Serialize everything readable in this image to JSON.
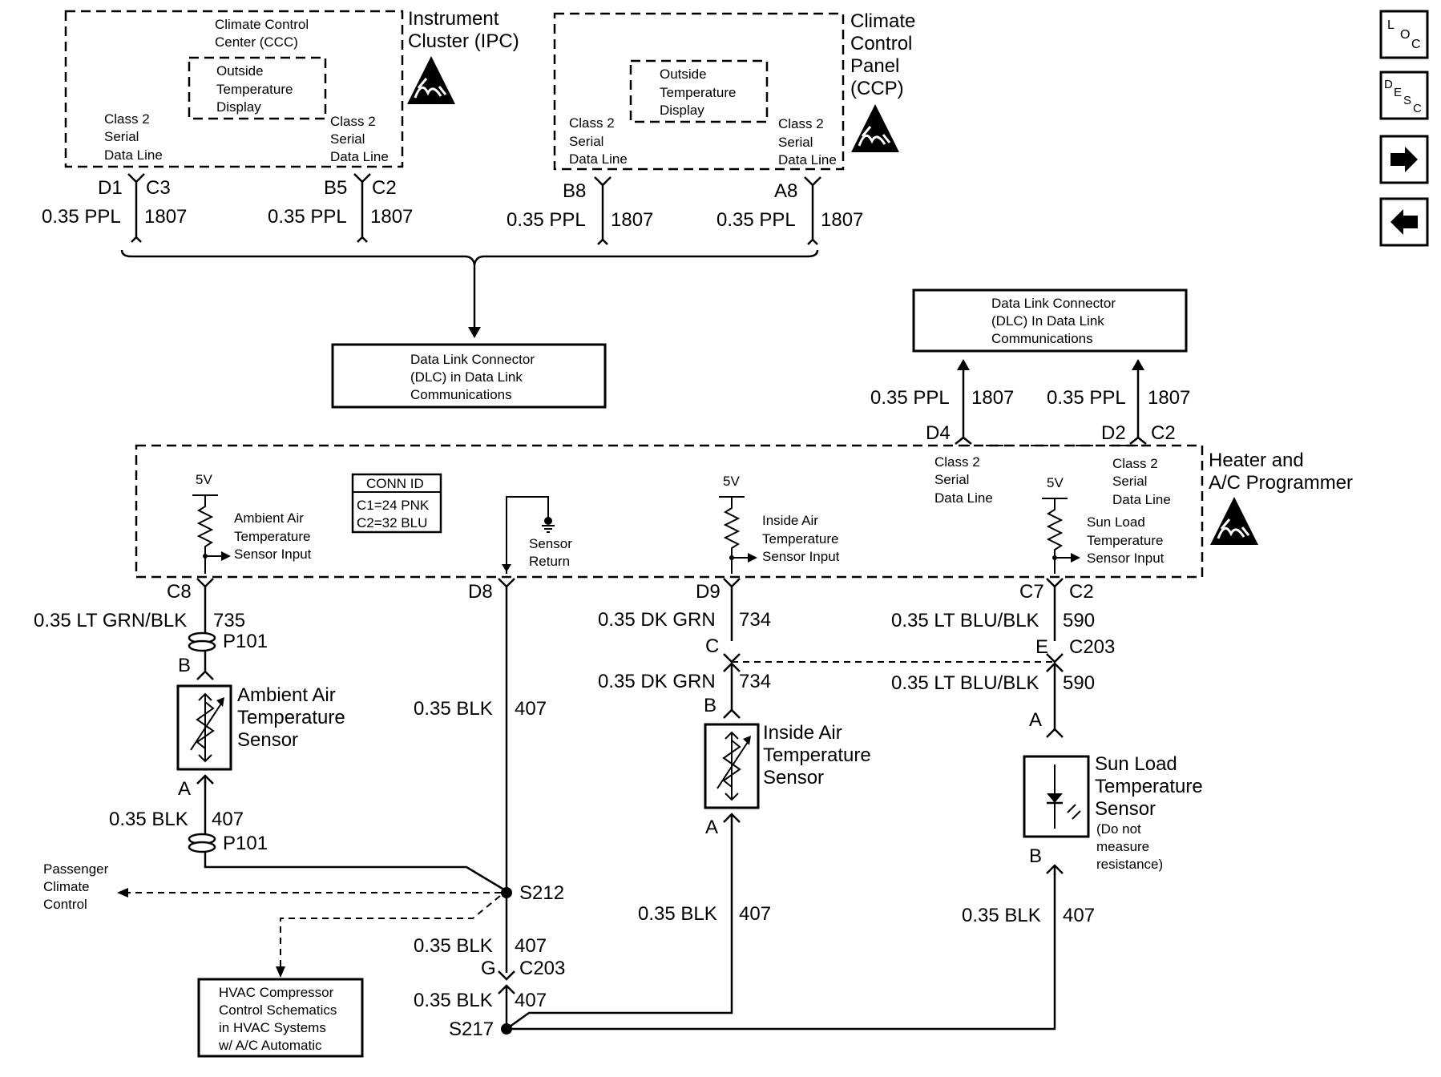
{
  "modules": {
    "ipc": {
      "title_1": "Instrument",
      "title_2": "Cluster (IPC)",
      "ccc_1": "Climate Control",
      "ccc_2": "Center (CCC)",
      "otd_1": "Outside",
      "otd_2": "Temperature",
      "otd_3": "Display",
      "left_1": "Class 2",
      "left_2": "Serial",
      "left_3": "Data Line",
      "right_1": "Class 2",
      "right_2": "Serial",
      "right_3": "Data Line"
    },
    "ccp": {
      "title_1": "Climate",
      "title_2": "Control",
      "title_3": "Panel",
      "title_4": "(CCP)",
      "otd_1": "Outside",
      "otd_2": "Temperature",
      "otd_3": "Display",
      "left_1": "Class 2",
      "left_2": "Serial",
      "left_3": "Data Line",
      "right_1": "Class 2",
      "right_2": "Serial",
      "right_3": "Data Line"
    },
    "programmer": {
      "title_1": "Heater and",
      "title_2": "A/C Programmer",
      "conn_id": "CONN ID",
      "conn_c1": "C1=24 PNK",
      "conn_c2": "C2=32 BLU",
      "v5": "5V",
      "ambient_1": "Ambient Air",
      "ambient_2": "Temperature",
      "ambient_3": "Sensor Input",
      "return_1": "Sensor",
      "return_2": "Return",
      "inside_1": "Inside Air",
      "inside_2": "Temperature",
      "inside_3": "Sensor Input",
      "sun_1": "Sun Load",
      "sun_2": "Temperature",
      "sun_3": "Sensor Input",
      "d4_1": "Class 2",
      "d4_2": "Serial",
      "d4_3": "Data Line",
      "d2_1": "Class 2",
      "d2_2": "Serial",
      "d2_3": "Data Line"
    }
  },
  "pins": {
    "d1": "D1",
    "c3": "C3",
    "b5": "B5",
    "c2_ipc": "C2",
    "b8": "B8",
    "a8": "A8",
    "d4": "D4",
    "d2": "D2",
    "c2_prog": "C2",
    "c8": "C8",
    "d8": "D8",
    "d9": "D9",
    "c7": "C7",
    "c2_sun": "C2",
    "c": "C",
    "e": "E",
    "c203": "C203",
    "b_amb": "B",
    "a_amb": "A",
    "b_ins": "B",
    "a_ins": "A",
    "a_sun": "A",
    "b_sun": "B",
    "g": "G",
    "c203_g": "C203"
  },
  "wires": {
    "ppl": "0.35 PPL",
    "c1807": "1807",
    "ltgrn": "0.35 LT GRN/BLK",
    "c735": "735",
    "dkgrn": "0.35 DK GRN",
    "c734": "734",
    "ltblu": "0.35 LT BLU/BLK",
    "c590": "590",
    "blk": "0.35 BLK",
    "c407": "407"
  },
  "components": {
    "p101": "P101",
    "s212": "S212",
    "s217": "S217",
    "ambient_1": "Ambient Air",
    "ambient_2": "Temperature",
    "ambient_3": "Sensor",
    "inside_1": "Inside Air",
    "inside_2": "Temperature",
    "inside_3": "Sensor",
    "sun_1": "Sun Load",
    "sun_2": "Temperature",
    "sun_3": "Sensor",
    "sun_note_1": "(Do not",
    "sun_note_2": "measure",
    "sun_note_3": "resistance)"
  },
  "refs": {
    "dlc_1": "Data Link Connector",
    "dlc_2": "(DLC) in Data Link",
    "dlc_3": "Communications",
    "dlc2_1": "Data Link Connector",
    "dlc2_2": "(DLC) In Data Link",
    "dlc2_3": "Communications",
    "passenger_1": "Passenger",
    "passenger_2": "Climate",
    "passenger_3": "Control",
    "hvac_1": "HVAC Compressor",
    "hvac_2": "Control Schematics",
    "hvac_3": "in HVAC Systems",
    "hvac_4": "w/ A/C Automatic"
  },
  "nav": {
    "loc_l": "L",
    "loc_o": "O",
    "loc_c": "C",
    "desc_d": "D",
    "desc_e": "E",
    "desc_s": "S",
    "desc_c": "C"
  }
}
